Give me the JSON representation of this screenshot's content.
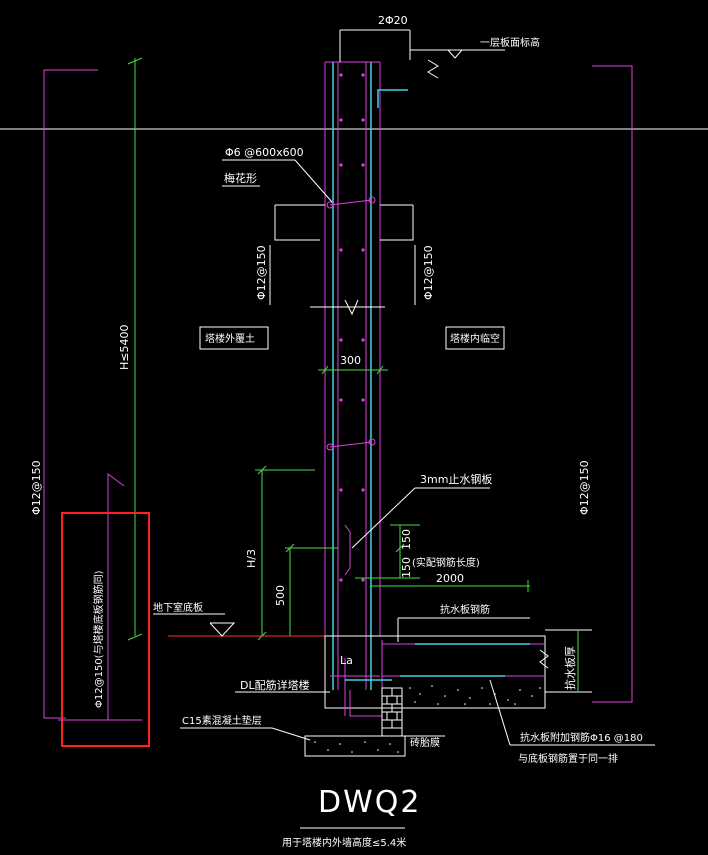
{
  "drawing": {
    "title": "DWQ2",
    "subtitle": "用于塔楼内外墙高度≤5.4米",
    "labels": {
      "top_bars": "2Φ20",
      "floor_level": "一层板面标高",
      "tie_spec": "Φ6 @600x600",
      "tie_pattern": "梅花形",
      "left_vertical_bar": "Φ12@150",
      "right_vertical_bar": "Φ12@150",
      "outside_soil": "塔楼外覆土",
      "inside_space": "塔楼内临空",
      "wall_thickness": "300",
      "height_limit": "H≤5400",
      "waterstop": "3mm止水钢板",
      "h_third": "H/3",
      "dim_500": "500",
      "dim_150_upper": "150",
      "dim_150_lower": "150",
      "rebar_length_note": "(实配钢筋长度)",
      "dim_2000": "2000",
      "basement_floor": "地下室底板",
      "raft_rebar": "抗水板钢筋",
      "la": "La",
      "beam_note": "DL配筋详塔楼",
      "raft_thickness": "抗水板厚",
      "cushion": "C15素混凝土垫层",
      "brick_mold": "砖胎膜",
      "added_bar": "抗水板附加钢筋Φ16 @180",
      "added_bar_note": "与底板钢筋置于同一排",
      "far_left_bar": "Φ12@150",
      "far_right_bar": "Φ12@150",
      "boxed_note": "Φ12@150(与塔楼底板钢筋同)"
    }
  }
}
